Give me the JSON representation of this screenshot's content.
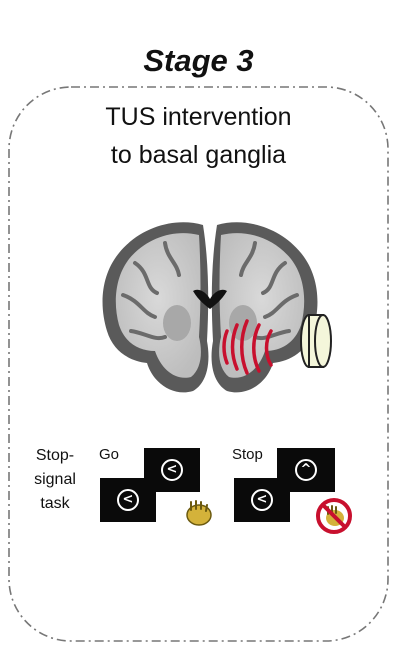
{
  "stage": {
    "title": "Stage 3"
  },
  "intervention": {
    "line1": "TUS intervention",
    "line2": "to basal ganglia"
  },
  "task": {
    "label_lines": [
      "Stop-",
      "signal",
      "task"
    ],
    "go": {
      "label": "Go",
      "screen1_symbol": "<",
      "screen2_symbol": "<",
      "response_icon": "hand-press-icon"
    },
    "stop": {
      "label": "Stop",
      "screen1_symbol": "<",
      "screen2_symbol": "^",
      "response_icon": "no-press-icon"
    }
  },
  "colors": {
    "ultrasound": "#c8102e",
    "go_hand": "#d4b23a",
    "stop_prohibition": "#c8102e",
    "transducer": "#f4f6da"
  }
}
